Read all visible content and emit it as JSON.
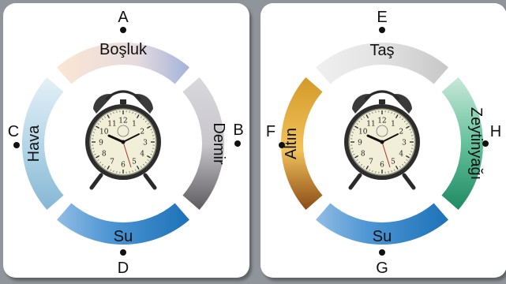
{
  "panels": [
    {
      "segments": {
        "top": {
          "label": "Boşluk",
          "colors": [
            "#fbe6d2",
            "#e7dbe0",
            "#a3b3d9"
          ]
        },
        "right": {
          "label": "Demir",
          "colors": [
            "#d8d8dd",
            "#c9c6cc",
            "#5d5b60"
          ]
        },
        "bottom": {
          "label": "Su",
          "colors": [
            "#1d72b8",
            "#4d95d3",
            "#92bde4"
          ]
        },
        "left": {
          "label": "Hava",
          "colors": [
            "#84b7d4",
            "#b6d7e8",
            "#e4f0f7"
          ]
        }
      },
      "points": {
        "top": "A",
        "right": "B",
        "bottom": "D",
        "left": "C"
      }
    },
    {
      "segments": {
        "top": {
          "label": "Taş",
          "colors": [
            "#f0f0f0",
            "#e2e2e2",
            "#c7c7c7"
          ]
        },
        "right": {
          "label": "Zeytinyağı",
          "colors": [
            "#1f8a62",
            "#64c19c",
            "#c9e8d9"
          ]
        },
        "bottom": {
          "label": "Su",
          "colors": [
            "#1d72b8",
            "#4d95d3",
            "#92bde4"
          ]
        },
        "left": {
          "label": "Altın",
          "colors": [
            "#d39a2a",
            "#f2c25a",
            "#8a4a16"
          ]
        }
      },
      "points": {
        "top": "E",
        "right": "H",
        "bottom": "G",
        "left": "F"
      }
    }
  ],
  "clock": {
    "numbers": [
      "12",
      "1",
      "2",
      "3",
      "4",
      "5",
      "6",
      "7",
      "8",
      "9",
      "10",
      "11"
    ]
  }
}
